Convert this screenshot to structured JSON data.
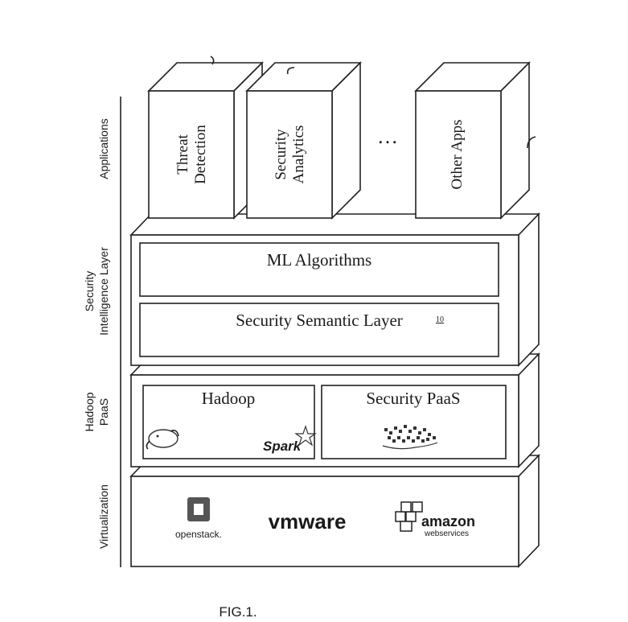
{
  "side_labels": {
    "applications": "Applications",
    "security_intelligence": [
      "Security",
      "Intelligence Layer"
    ],
    "hadoop_paas": [
      "Hadoop",
      "PaaS"
    ],
    "virtualization": "Virtualization"
  },
  "apps": {
    "threat": [
      "Threat",
      "Detection"
    ],
    "security_analytics": [
      "Security",
      "Analytics"
    ],
    "ellipsis": "…",
    "other": "Other Apps"
  },
  "intel": {
    "ml": "ML Algorithms",
    "semantic": "Security Semantic Layer",
    "ref": "10"
  },
  "paas": {
    "hadoop": "Hadoop",
    "security_paas": "Security PaaS",
    "spark_logo": "Spark"
  },
  "virt": {
    "openstack": "openstack.",
    "vmware": "vmware",
    "amazon": "amazon",
    "aws": "webservices"
  },
  "caption": "FIG.1."
}
